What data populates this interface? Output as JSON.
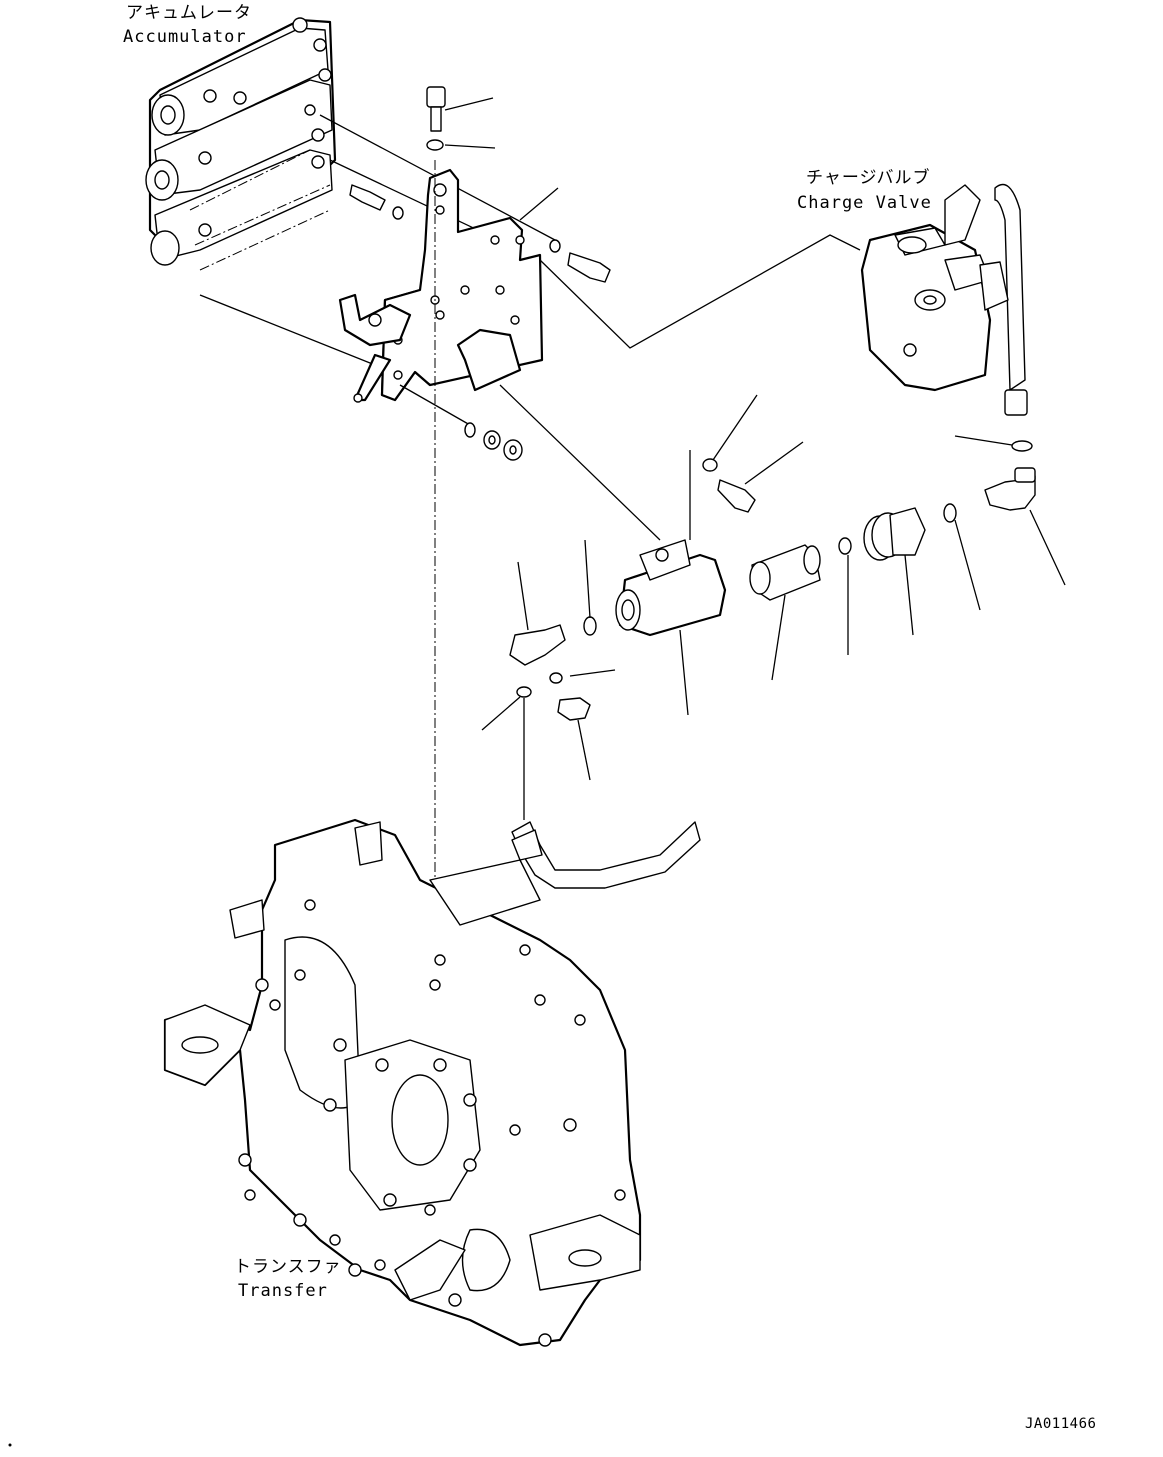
{
  "labels": {
    "accumulator_jp": "アキュムレータ",
    "accumulator_en": "Accumulator",
    "charge_valve_jp": "チャージバルブ",
    "charge_valve_en": "Charge Valve",
    "transfer_jp": "トランスファ",
    "transfer_en": "Transfer",
    "drawing_code": "JA011466"
  },
  "components": [
    "accumulator",
    "bracket",
    "charge-valve",
    "filter",
    "filter-housing",
    "elbow-fitting",
    "plug",
    "hose",
    "transfer"
  ]
}
